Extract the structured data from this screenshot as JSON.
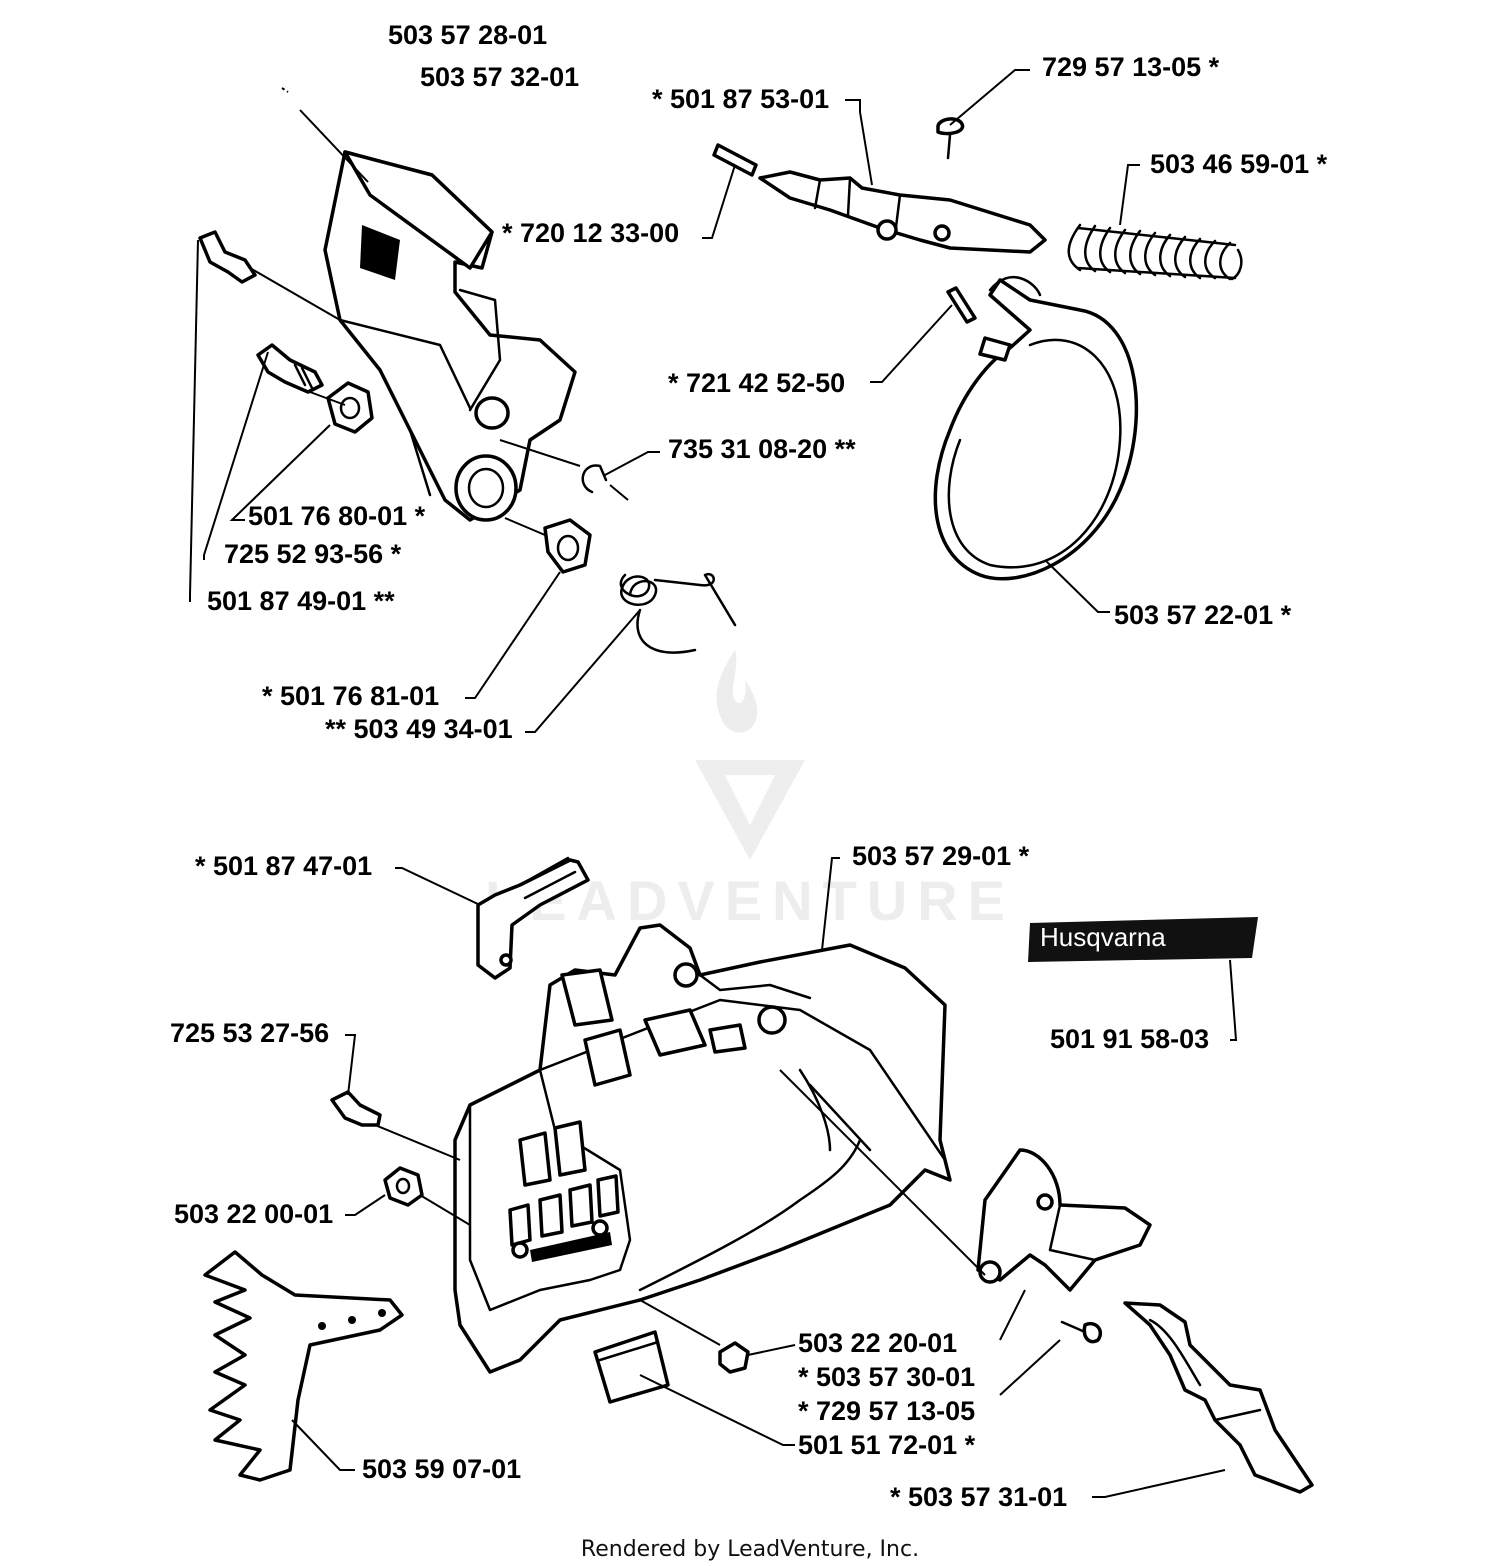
{
  "parts": [
    {
      "id": "p1",
      "text": "503 57 28-01"
    },
    {
      "id": "p2",
      "text": "503 57 32-01"
    },
    {
      "id": "p3",
      "text": "* 501 87 53-01"
    },
    {
      "id": "p4",
      "text": "729 57 13-05  *"
    },
    {
      "id": "p5",
      "text": "503 46 59-01  *"
    },
    {
      "id": "p6",
      "text": "*  720 12 33-00"
    },
    {
      "id": "p7",
      "text": "*  721 42 52-50"
    },
    {
      "id": "p8",
      "text": "735 31 08-20  **"
    },
    {
      "id": "p9",
      "text": "501 76 80-01  *"
    },
    {
      "id": "p10",
      "text": "725 52 93-56  *"
    },
    {
      "id": "p11",
      "text": "501 87 49-01  **"
    },
    {
      "id": "p12",
      "text": "503 57 22-01  *"
    },
    {
      "id": "p13",
      "text": "*  501 76 81-01"
    },
    {
      "id": "p14",
      "text": "** 503 49 34-01"
    },
    {
      "id": "p15",
      "text": "* 501 87 47-01"
    },
    {
      "id": "p16",
      "text": "503 57 29-01  *"
    },
    {
      "id": "p17",
      "text": "501 91 58-03"
    },
    {
      "id": "p18",
      "text": "725 53 27-56"
    },
    {
      "id": "p19",
      "text": "503 22 00-01"
    },
    {
      "id": "p20",
      "text": "503 22 20-01"
    },
    {
      "id": "p21",
      "text": "*  503 57 30-01"
    },
    {
      "id": "p22",
      "text": "*  729 57 13-05"
    },
    {
      "id": "p23",
      "text": "501 51 72-01  *"
    },
    {
      "id": "p24",
      "text": "503 59 07-01"
    },
    {
      "id": "p25",
      "text": "*  503 57 31-01"
    }
  ],
  "brand_label": "Husqvarna",
  "watermark": "LEADVENTURE",
  "footer": "Rendered by LeadVenture, Inc."
}
